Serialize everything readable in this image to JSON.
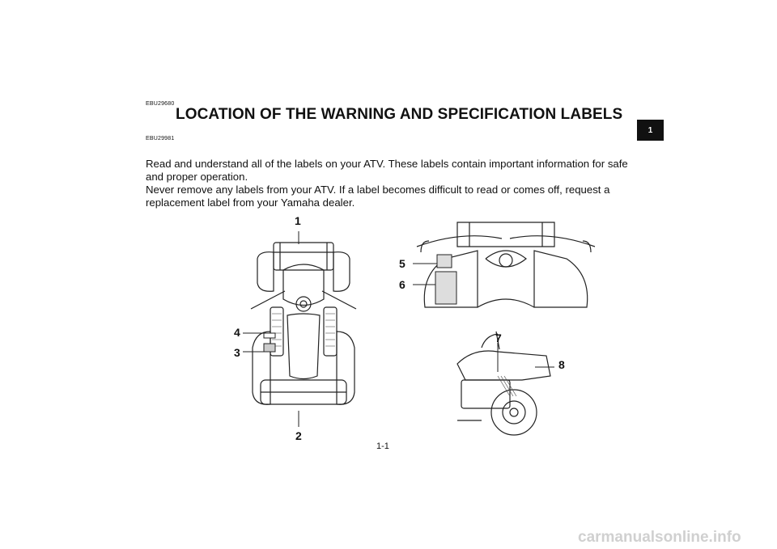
{
  "header": {
    "code_top": "EBU29680",
    "title": "LOCATION OF THE WARNING AND SPECIFICATION LABELS",
    "code_sub": "EBU29981"
  },
  "body": {
    "paragraph_1": "Read and understand all of the labels on your ATV. These labels contain important information for safe and proper operation.",
    "paragraph_2": "Never remove any labels from your ATV. If a label becomes difficult to read or comes off, request a replacement label from your Yamaha dealer."
  },
  "figure": {
    "callouts": [
      "1",
      "2",
      "3",
      "4",
      "5",
      "6",
      "7",
      "8"
    ]
  },
  "side_tab": "1",
  "footer": {
    "page_number": "1-1",
    "watermark": "carmanualsonline.info"
  }
}
